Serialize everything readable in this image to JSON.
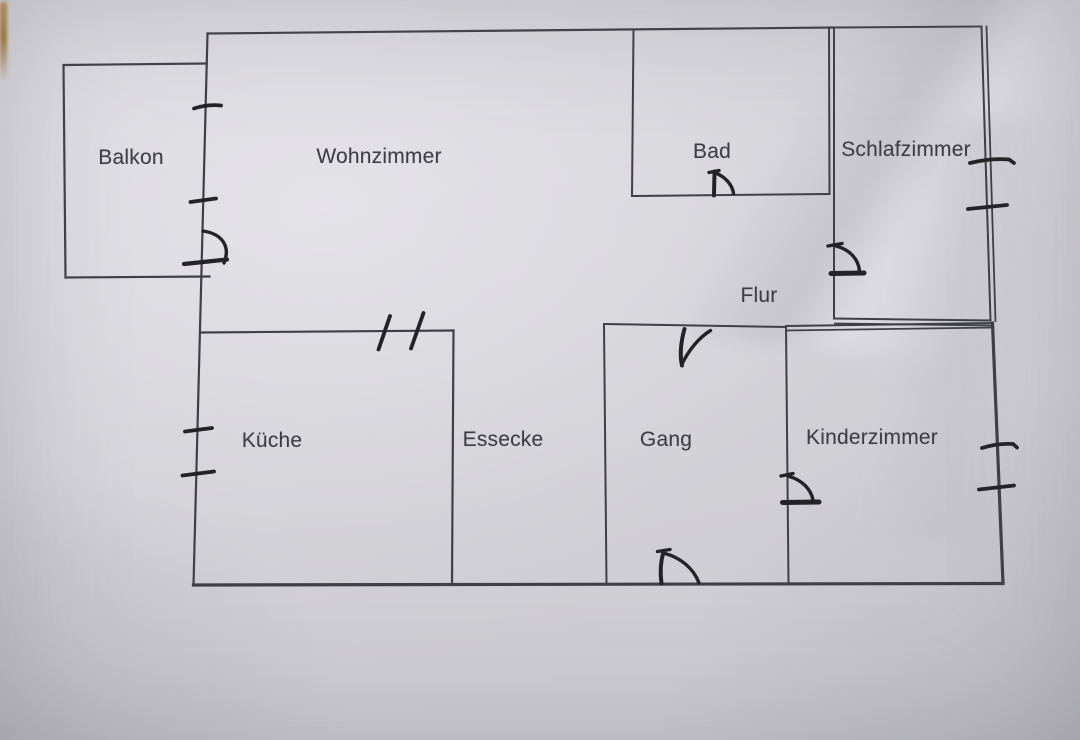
{
  "floor_plan": {
    "rooms": [
      {
        "name": "Balkon"
      },
      {
        "name": "Wohnzimmer"
      },
      {
        "name": "Bad"
      },
      {
        "name": "Schlafzimmer"
      },
      {
        "name": "Flur"
      },
      {
        "name": "Küche"
      },
      {
        "name": "Essecke"
      },
      {
        "name": "Gang"
      },
      {
        "name": "Kinderzimmer"
      }
    ],
    "doors": [
      "balcony-door-arc",
      "bathroom-door-arc",
      "bedroom-door-arc",
      "hall-to-corridor-door-arc",
      "children-room-door-arc",
      "corridor-bottom-door-arc"
    ],
    "windows": [
      "living-room-balcony-wall-window-upper",
      "living-room-balcony-wall-window-lower",
      "kitchen-left-wall-window-upper",
      "kitchen-left-wall-window-lower",
      "kitchen-top-wall-hatch-marks",
      "bedroom-right-wall-window-upper",
      "bedroom-right-wall-window-lower",
      "children-room-right-wall-window-upper",
      "children-room-right-wall-window-lower"
    ],
    "colors": {
      "paper": "#d3d2d7",
      "wall_ink": "#3f3f46",
      "pen_ink": "#232327",
      "label_text": "#3d3d43"
    }
  }
}
